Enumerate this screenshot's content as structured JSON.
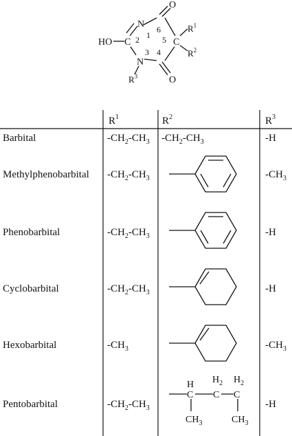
{
  "core": {
    "atoms": {
      "N1": "N",
      "C2": "C",
      "N3": "N",
      "C5": "C",
      "O_top": "O",
      "O_bottom": "O",
      "HO": "HO",
      "R1": "R",
      "R1_sup": "1",
      "R2": "R",
      "R2_sup": "2",
      "R3": "R",
      "R3_sup": "3"
    },
    "ring_numbers": [
      "1",
      "2",
      "3",
      "4",
      "5",
      "6"
    ]
  },
  "table": {
    "headers": {
      "r1": "R",
      "r1_sup": "1",
      "r2": "R",
      "r2_sup": "2",
      "r3": "R",
      "r3_sup": "3"
    },
    "rows": [
      {
        "name": "Barbital",
        "r1": {
          "a": "-CH",
          "s1": "2",
          "b": "-CH",
          "s2": "3"
        },
        "r2": {
          "a": "-CH",
          "s1": "2",
          "b": "-CH",
          "s2": "3"
        },
        "r3": {
          "a": "-H"
        }
      },
      {
        "name": "Methylphenobarbital",
        "r1": {
          "a": "-CH",
          "s1": "2",
          "b": "-CH",
          "s2": "3"
        },
        "r2_structure": "phenyl",
        "r3": {
          "a": "-CH",
          "s1": "3"
        }
      },
      {
        "name": "Phenobarbital",
        "r1": {
          "a": "-CH",
          "s1": "2",
          "b": "-CH",
          "s2": "3"
        },
        "r2_structure": "phenyl",
        "r3": {
          "a": "-H"
        }
      },
      {
        "name": "Cyclobarbital",
        "r1": {
          "a": "-CH",
          "s1": "2",
          "b": "-CH",
          "s2": "3"
        },
        "r2_structure": "cyclohexenyl",
        "r3": {
          "a": "-H"
        }
      },
      {
        "name": "Hexobarbital",
        "r1": {
          "a": "-CH",
          "s1": "3"
        },
        "r2_structure": "cyclohexenyl",
        "r3": {
          "a": "-CH",
          "s1": "3"
        }
      },
      {
        "name": "Pentobarbital",
        "r1": {
          "a": "-CH",
          "s1": "2",
          "b": "-CH",
          "s2": "3"
        },
        "r2_structure": "1-methylbutyl",
        "r3": {
          "a": "-H"
        }
      }
    ],
    "pentyl_labels": {
      "c1_h": "H",
      "c1": "C",
      "c2_h": "H",
      "c2_h_sub": "2",
      "c2": "C",
      "c3_h": "H",
      "c3_h_sub": "2",
      "c3": "C",
      "m1": "CH",
      "m1_sub": "3",
      "m2": "CH",
      "m2_sub": "3"
    }
  }
}
